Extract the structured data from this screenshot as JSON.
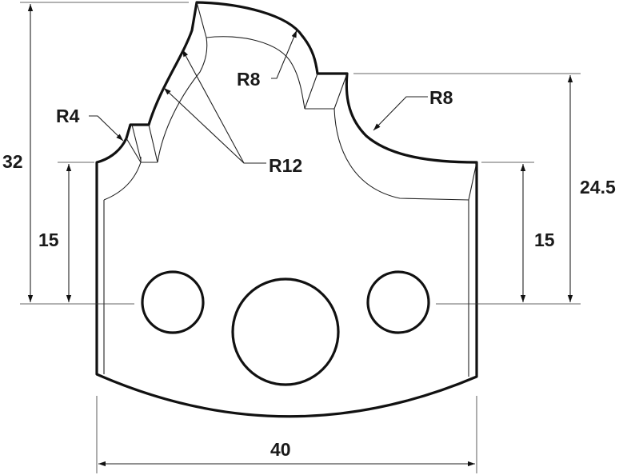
{
  "labels": {
    "height_total": "32",
    "height_right": "24.5",
    "left_side_height": "15",
    "right_side_height": "15",
    "width": "40",
    "radius_small": "R4",
    "radius_large": "R12",
    "radius_top": "R8",
    "radius_right": "R8"
  }
}
